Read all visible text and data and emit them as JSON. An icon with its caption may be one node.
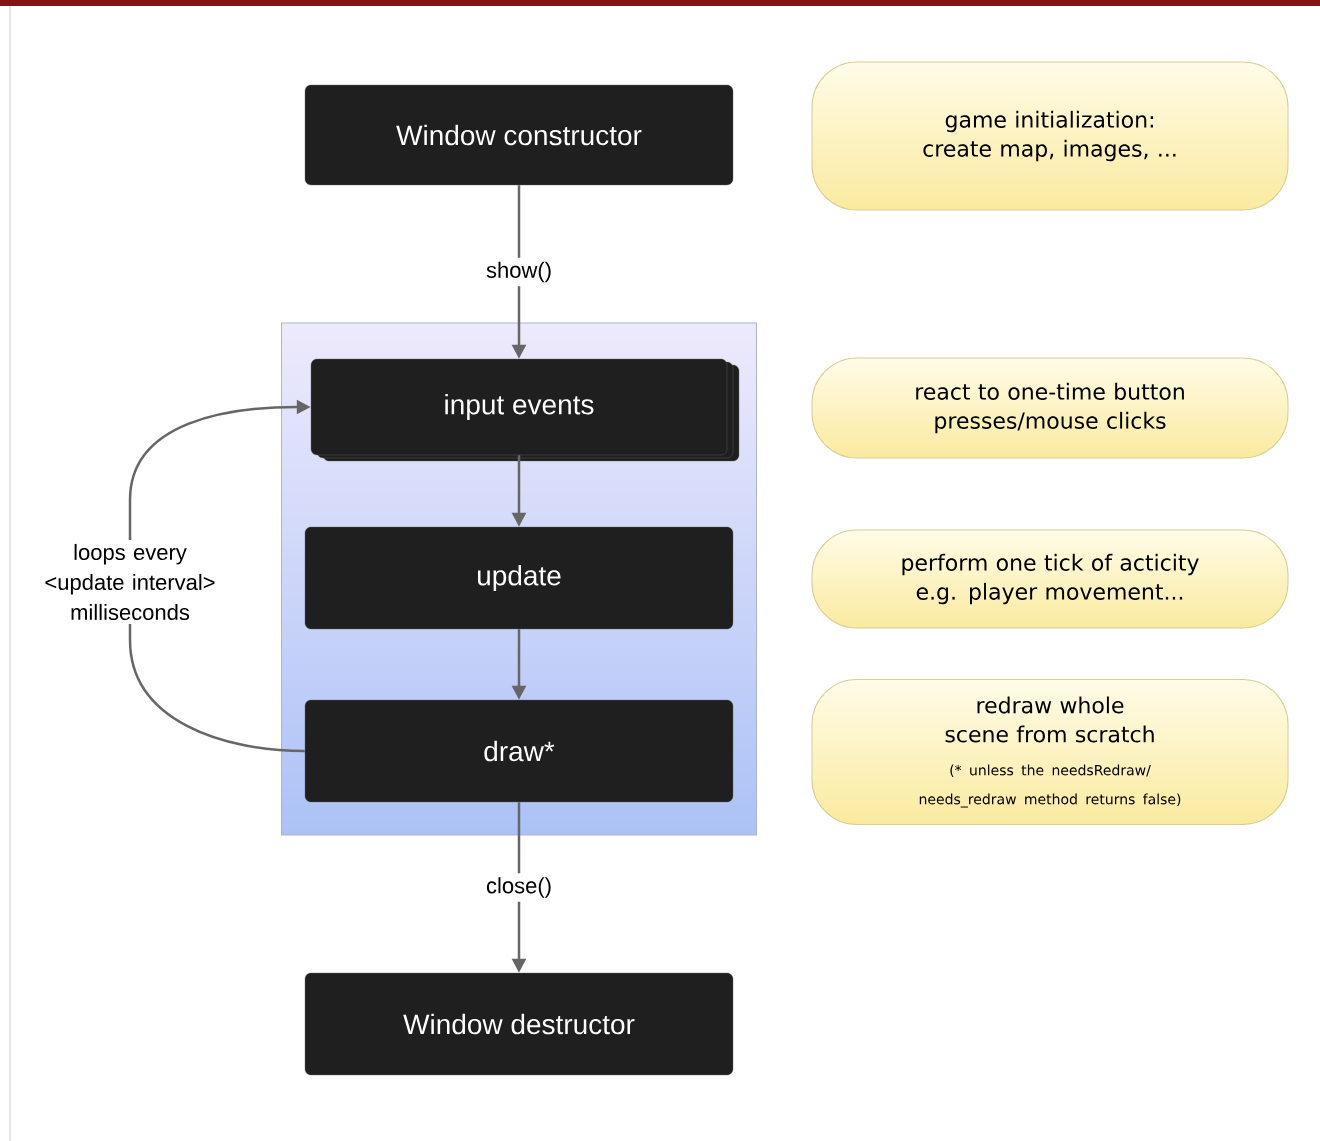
{
  "diagram": {
    "nodes": [
      {
        "text": [
          "Window constructor"
        ]
      },
      {
        "text": [
          "game initialization: create map, images, ..."
        ]
      },
      {
        "text": [],
        "shape": "box"
      },
      {
        "text": [
          "input events"
        ],
        "in": 2
      },
      {
        "text": [
          "react to one-time button presses/mouse clicks"
        ]
      },
      {
        "text": [
          "update"
        ],
        "in": 2
      },
      {
        "text": [
          "perform one tick of acticity e.g. player movement..."
        ]
      },
      {
        "text": [
          "draw*"
        ],
        "in": 2
      },
      {
        "text": [
          "redraw whole scene from scratch",
          "(* unless the needsRedraw/ needs_redraw method returns false)"
        ]
      },
      {
        "text": [
          "Window destructor"
        ]
      }
    ],
    "edges": [
      {
        "from": 0,
        "to": 3,
        "arrow": "to",
        "label": "show()"
      },
      {
        "from": 3,
        "to": 5,
        "arrow": "to"
      },
      {
        "from": 5,
        "to": 7,
        "arrow": "to"
      },
      {
        "from": 7,
        "to": 3,
        "arrow": "to",
        "label": "loops every <update interval> milliseconds"
      },
      {
        "from": 7,
        "to": 9,
        "arrow": "to",
        "label": "close()"
      }
    ]
  }
}
